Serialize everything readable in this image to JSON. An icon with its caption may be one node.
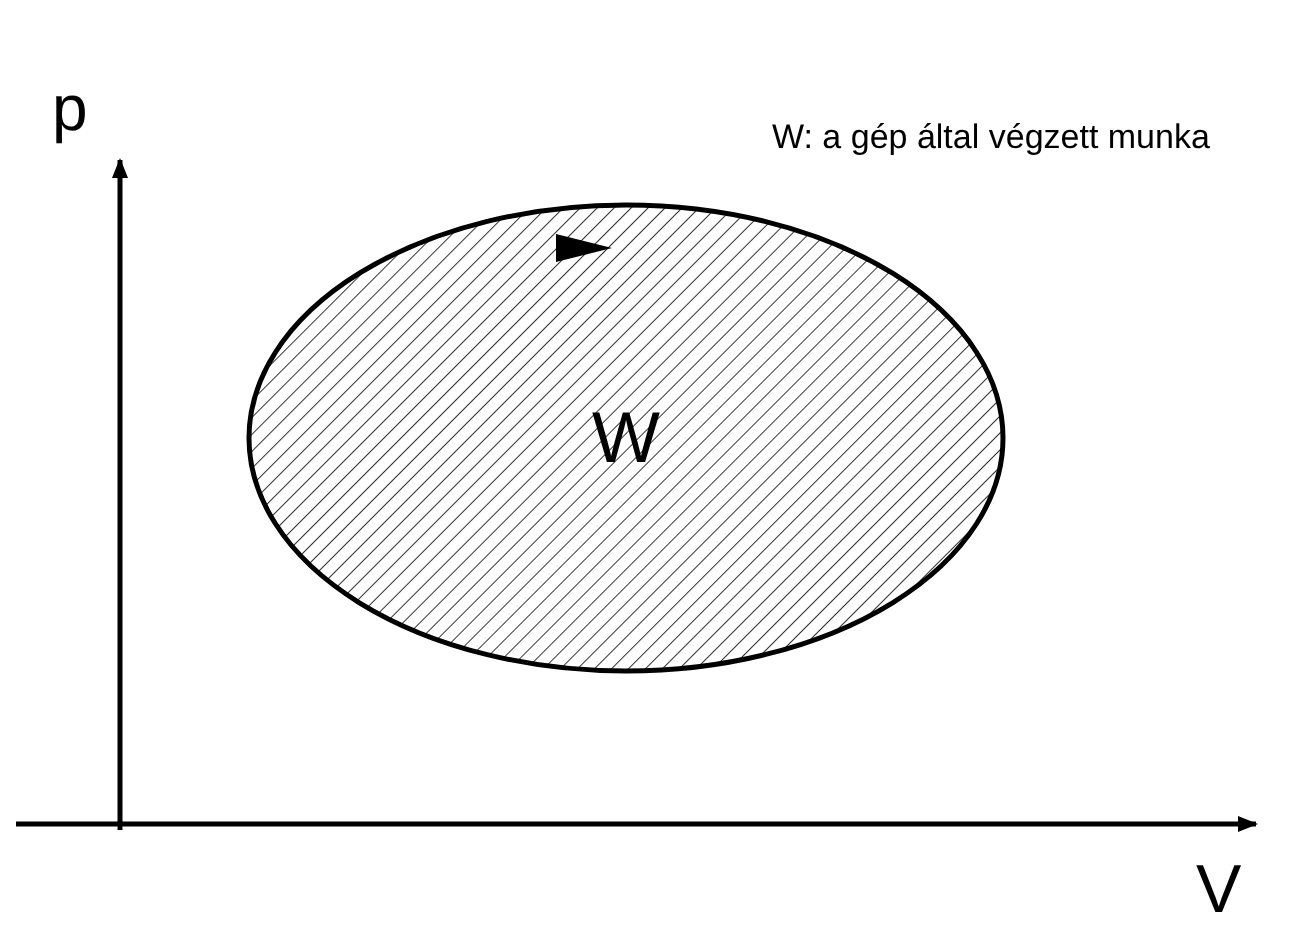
{
  "diagram": {
    "nodes": [
      {
        "text": [
          "W"
        ]
      }
    ],
    "edges": [],
    "labels": [
      "p",
      "W: a gép által végzett munka",
      "V"
    ]
  }
}
